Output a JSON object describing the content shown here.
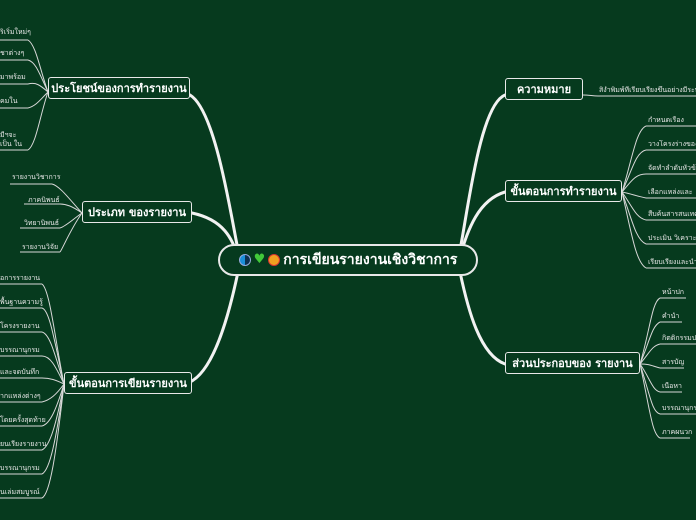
{
  "central": {
    "title": "การเขียนรายงานเชิงวิชาการ"
  },
  "branches": {
    "benefits": {
      "label": "ประโยชน์ของการทำรายงาน",
      "items": [
        "ริเริ่มใหม่ๆ",
        "ชาต่างๆ",
        "มาพร้อม",
        "คมใน",
        "มีฯจะเป็น ใน"
      ]
    },
    "types": {
      "label": "ประเภท ของรายงาน",
      "items": [
        "รายงานวิชาการ",
        "ภาคนิพนธ์",
        "วิทยานิพนธ์",
        "รายงานวิจัย"
      ]
    },
    "writing": {
      "label": "ขั้นตอนการเขียนรายงาน",
      "items": [
        "อการรายงาน",
        "พื้นฐานความรู้",
        "โครงรายงาน",
        "บรรณานุกรม",
        "และจดบันทึก",
        "ากแหล่งต่างๆ",
        "โดยครั้งสุดท้าย",
        "ยนเรียงรายงาน",
        "บรรณานุกรม",
        "นเล่มสมบูรณ์"
      ]
    },
    "meaning": {
      "label": "ความหมาย",
      "items": [
        "สิ่งำพิมพ์ที่เรียบเรียงขึ้นอย่างมีระบบ"
      ]
    },
    "steps": {
      "label": "ขั้นตอนการทำรายงาน",
      "items": [
        "กำหนดเรื่อง",
        "วางโครงร่างของ",
        "จัดทำลำดับหัวข้อ",
        "เลือกแหล่งและ",
        "สืบค้นสารสนเทศ",
        "ประเมิน วิเคราะห์",
        "เรียบเรียงและนำ"
      ]
    },
    "parts": {
      "label": "ส่วนประกอบของ รายงาน",
      "items": [
        "หน้าปก",
        "คำนำ",
        "กิตติกรรมประ",
        "สารบัญ",
        "เนื้อหา",
        "บรรณานุกรม",
        "ภาคผนวก"
      ]
    }
  }
}
